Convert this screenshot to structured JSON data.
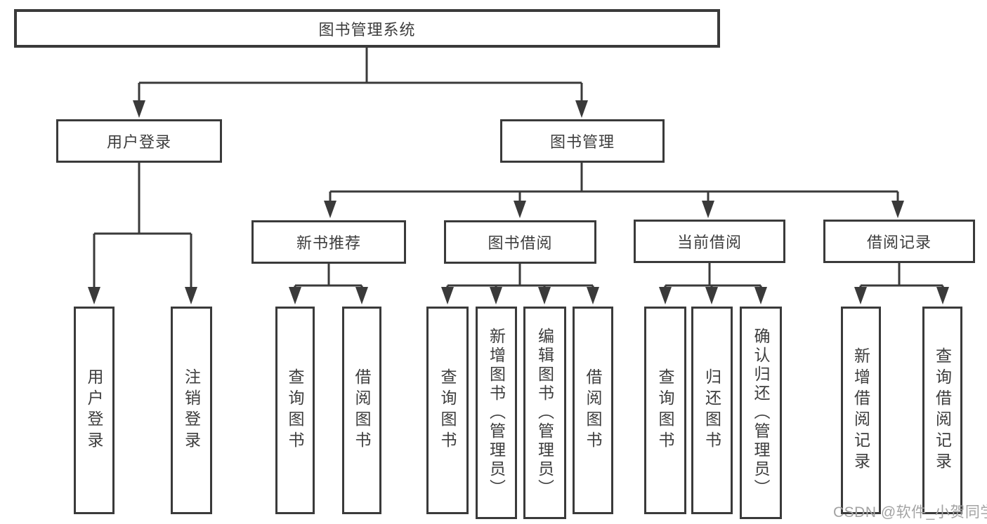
{
  "tree": {
    "root": {
      "label": "图书管理系统"
    },
    "branches": [
      {
        "label": "用户登录",
        "children": [
          {
            "label": "用户登录"
          },
          {
            "label": "注销登录"
          }
        ]
      },
      {
        "label": "图书管理",
        "children": [
          {
            "label": "新书推荐",
            "children": [
              {
                "label": "查询图书"
              },
              {
                "label": "借阅图书"
              }
            ]
          },
          {
            "label": "图书借阅",
            "children": [
              {
                "label": "查询图书"
              },
              {
                "label": "新增图书（管理员）"
              },
              {
                "label": "编辑图书（管理员）"
              },
              {
                "label": "借阅图书"
              }
            ]
          },
          {
            "label": "当前借阅",
            "children": [
              {
                "label": "查询图书"
              },
              {
                "label": "归还图书"
              },
              {
                "label": "确认归还（管理员）"
              }
            ]
          },
          {
            "label": "借阅记录",
            "children": [
              {
                "label": "新增借阅记录"
              },
              {
                "label": "查询借阅记录"
              }
            ]
          }
        ]
      }
    ]
  },
  "watermark": {
    "text": "CSDN @软件_小贺同学"
  },
  "colors": {
    "line": "#3a3a3a",
    "box_border": "#3a3a3a",
    "text": "#3d3d3d",
    "watermark": "#a3a3a3",
    "background": "#ffffff"
  }
}
